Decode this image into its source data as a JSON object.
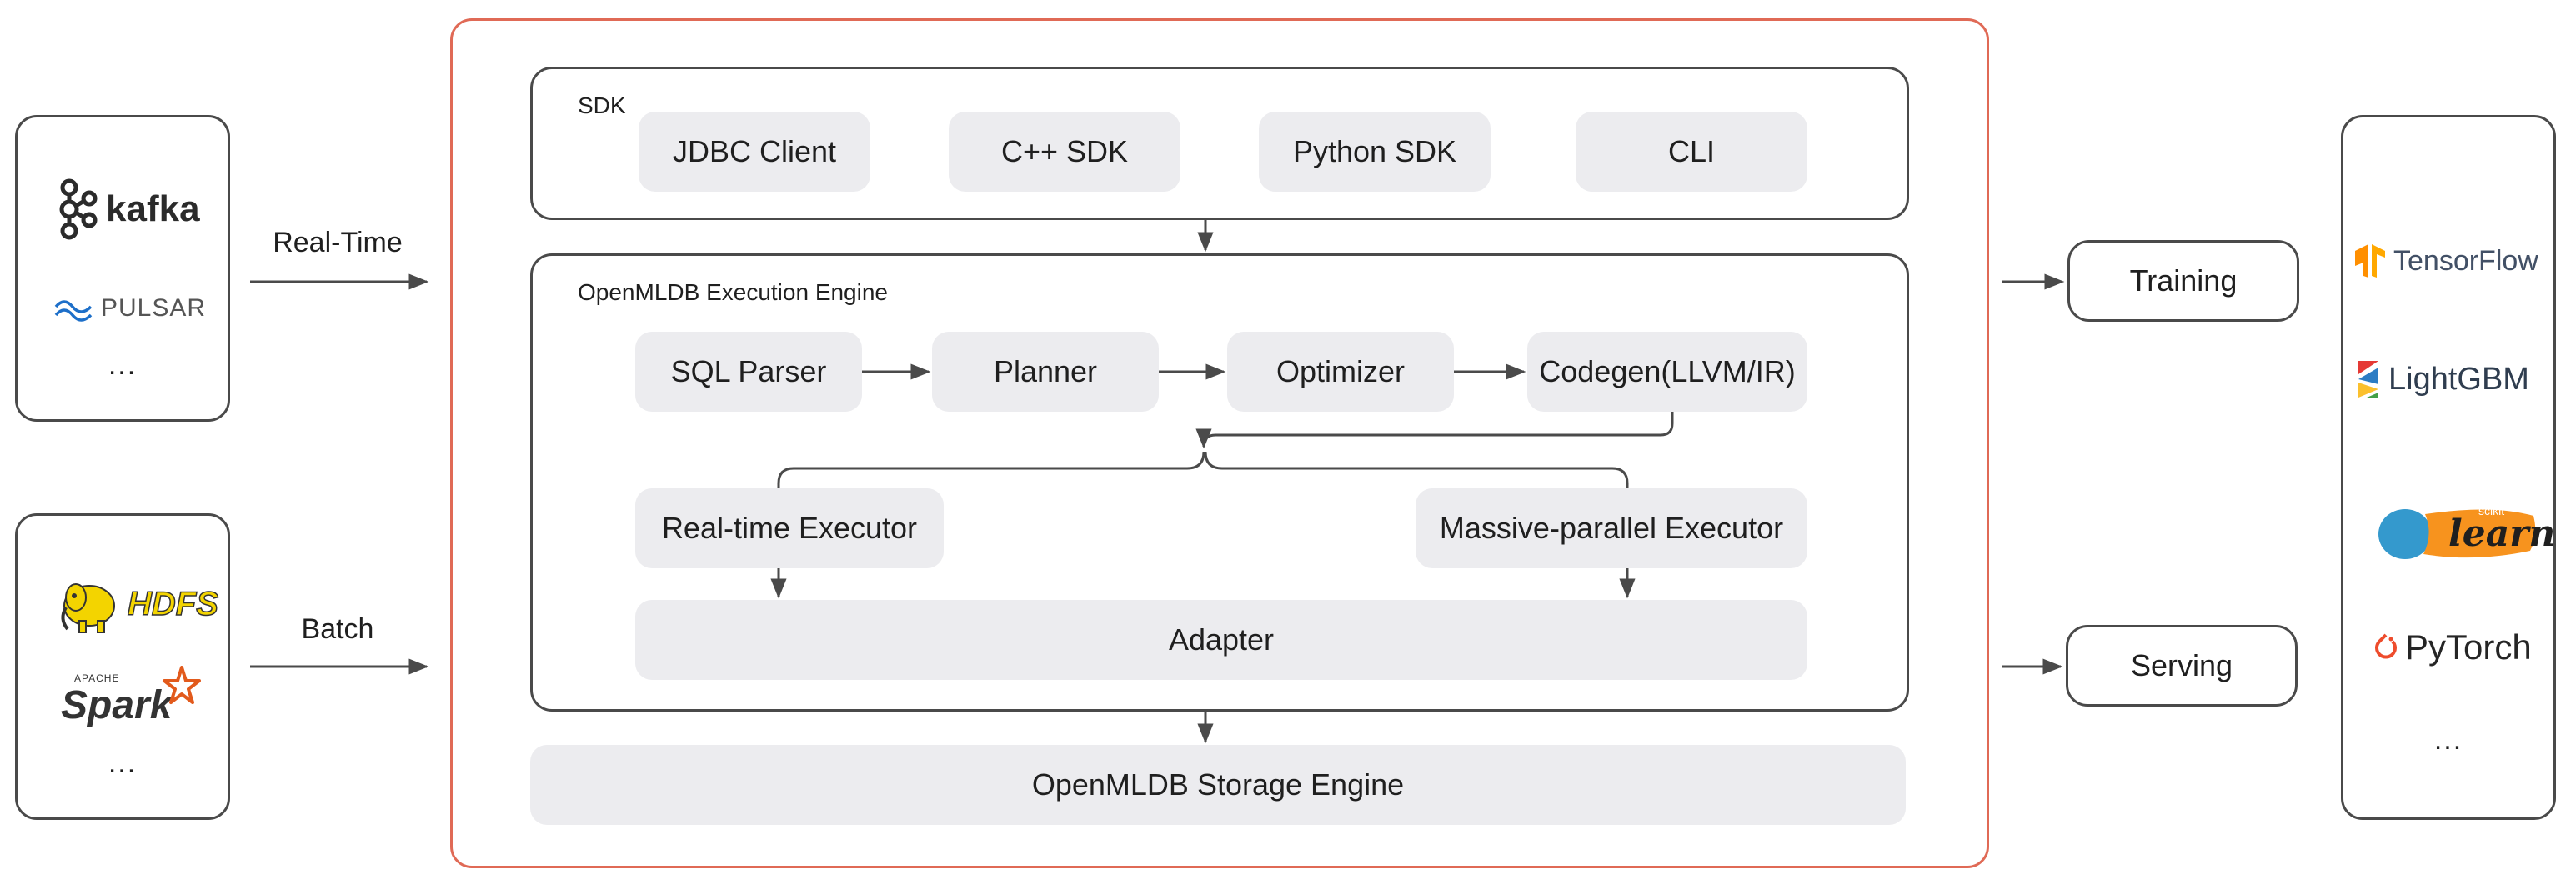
{
  "sources": {
    "realtime": {
      "logos": [
        "kafka",
        "PULSAR"
      ],
      "more": "...",
      "flow_label": "Real-Time"
    },
    "batch": {
      "logos": [
        "HDFS",
        "APACHE",
        "Spark"
      ],
      "more": "...",
      "flow_label": "Batch"
    }
  },
  "sdk": {
    "title": "SDK",
    "items": [
      "JDBC Client",
      "C++ SDK",
      "Python SDK",
      "CLI"
    ]
  },
  "engine": {
    "title": "OpenMLDB Execution Engine",
    "pipeline": [
      "SQL Parser",
      "Planner",
      "Optimizer",
      "Codegen(LLVM/IR)"
    ],
    "executors": [
      "Real-time Executor",
      "Massive-parallel Executor"
    ],
    "adapter": "Adapter"
  },
  "storage": {
    "label": "OpenMLDB Storage Engine"
  },
  "outputs": [
    "Training",
    "Serving"
  ],
  "ml_frameworks": {
    "items": [
      "TensorFlow",
      "LightGBM",
      "scikit",
      "learn",
      "PyTorch"
    ],
    "more": "..."
  },
  "colors": {
    "outer_border": "#e06a56",
    "frame": "#4a4a4a",
    "pill": "#ececef",
    "kafka": "#2b2b2b",
    "pulsar": "#1d6fc9",
    "hdfs_yellow": "#f3d400",
    "spark_orange": "#e25a1c",
    "tensorflow": "#ff8f00",
    "lightgbm": "#2c7cc4",
    "sklearn_blue": "#3499cd",
    "sklearn_orange": "#f7931e",
    "pytorch": "#ee4c2c"
  },
  "icons": [
    "kafka-logo-icon",
    "pulsar-logo-icon",
    "hdfs-elephant-icon",
    "spark-star-icon",
    "tensorflow-icon",
    "lightgbm-icon",
    "sklearn-icon",
    "pytorch-icon"
  ]
}
